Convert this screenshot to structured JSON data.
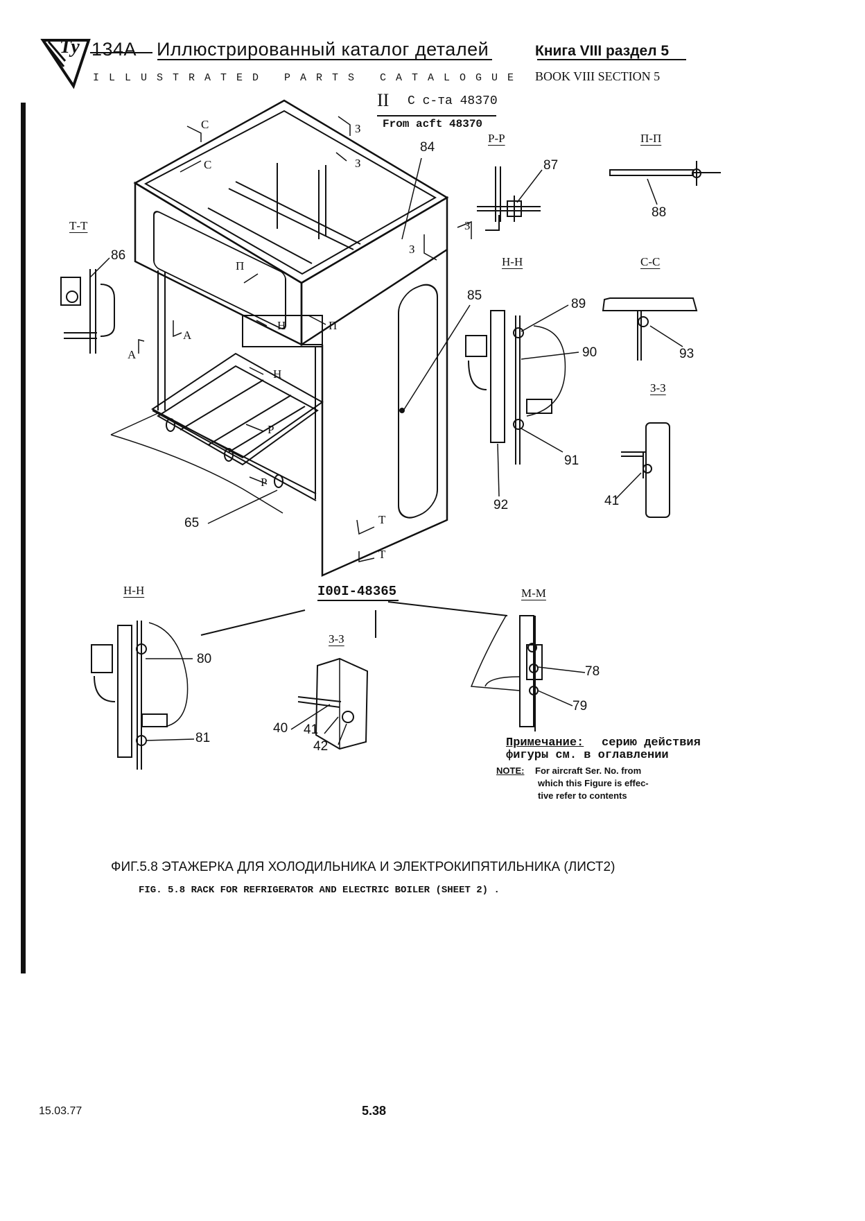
{
  "header": {
    "logo_text": "Ту",
    "model": "134А",
    "title_ru": "Иллюстрированный каталог деталей",
    "title_en": "ILLUSTRATED PARTS CATALOGUE",
    "book_ru": "Книга VIII раздел 5",
    "book_en": "BOOK VIII SECTION 5"
  },
  "effectivity": {
    "roman": "II",
    "ru": "С с-та 48370",
    "en": "From acft 48370"
  },
  "section_labels": {
    "tt": "Т-Т",
    "pp1": "Р-Р",
    "pp2": "П-П",
    "hh1": "Н-Н",
    "ss": "С-С",
    "zz1": "З-З",
    "hh2": "Н-Н",
    "zz2": "З-З",
    "mm": "М-М"
  },
  "view_marks": {
    "c1": "С",
    "c2": "С",
    "z1": "З",
    "z2": "З",
    "z3": "З",
    "z4": "З",
    "p1": "П",
    "p2": "П",
    "h1": "Н",
    "h2": "Н",
    "a1": "А",
    "a2": "А",
    "r1": "Р",
    "r2": "Р",
    "t1": "Т",
    "t2": "Т"
  },
  "callouts": {
    "n84": "84",
    "n87": "87",
    "n88": "88",
    "n86": "86",
    "n85": "85",
    "n89": "89",
    "n90": "90",
    "n93": "93",
    "n91": "91",
    "n92": "92",
    "n41a": "41",
    "n65": "65",
    "n80": "80",
    "n81": "81",
    "n40": "40",
    "n41b": "41",
    "n42": "42",
    "n78": "78",
    "n79": "79"
  },
  "assembly_number": "I00I-48365",
  "note": {
    "ru_label": "Примечание:",
    "ru_text1": "серию действия",
    "ru_text2": "фигуры см. в оглавлении",
    "en_label": "NOTE:",
    "en_text1": "For aircraft Ser. No. from",
    "en_text2": "which this Figure is effec-",
    "en_text3": "tive refer to contents"
  },
  "caption": {
    "ru": "ФИГ.5.8 ЭТАЖЕРКА ДЛЯ ХОЛОДИЛЬНИКА И ЭЛЕКТРОКИПЯТИЛЬНИКА (ЛИСТ2)",
    "en": "FIG. 5.8 RACK FOR REFRIGERATOR AND ELECTRIC BOILER (SHEET 2) ."
  },
  "footer": {
    "date": "15.03.77",
    "page": "5.38"
  }
}
